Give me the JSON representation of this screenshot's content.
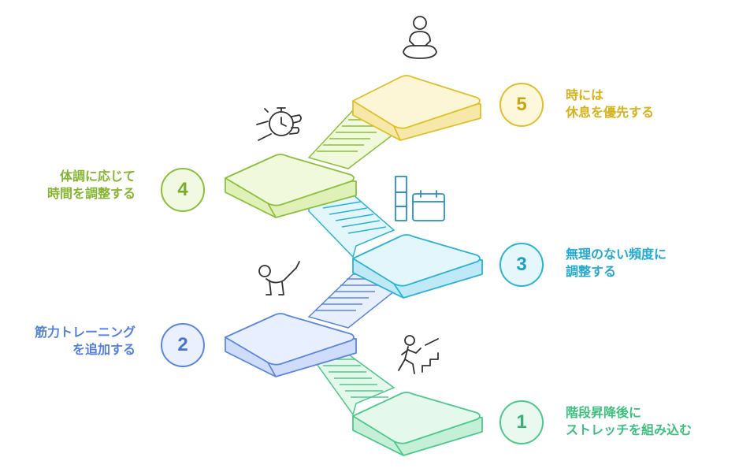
{
  "steps": [
    {
      "number": "1",
      "line1": "階段昇降後に",
      "line2": "ストレッチを組み込む",
      "color": "#4cc98a",
      "fill": "#e4f8ec",
      "badge_fill": "#e9f9ef",
      "icon": "person-climbing-stairs-icon"
    },
    {
      "number": "2",
      "line1": "筋力トレーニング",
      "line2": "を追加する",
      "color": "#5b86e0",
      "fill": "#e8efff",
      "badge_fill": "#eaf0fd",
      "icon": "person-exercising-icon"
    },
    {
      "number": "3",
      "line1": "無理のない頻度に",
      "line2": "調整する",
      "color": "#2ab3d6",
      "fill": "#e3f6fc",
      "badge_fill": "#e6f7fc",
      "icon": "calendar-schedule-icon"
    },
    {
      "number": "4",
      "line1": "体調に応じて",
      "line2": "時間を調整する",
      "color": "#8cbf3a",
      "fill": "#f1f9dd",
      "badge_fill": "#f2f9e2",
      "icon": "stopwatch-hand-icon"
    },
    {
      "number": "5",
      "line1": "時には",
      "line2": "休息を優先する",
      "color": "#e0bf2a",
      "fill": "#fdf6d6",
      "badge_fill": "#fdf7dc",
      "icon": "meditating-person-icon"
    }
  ]
}
